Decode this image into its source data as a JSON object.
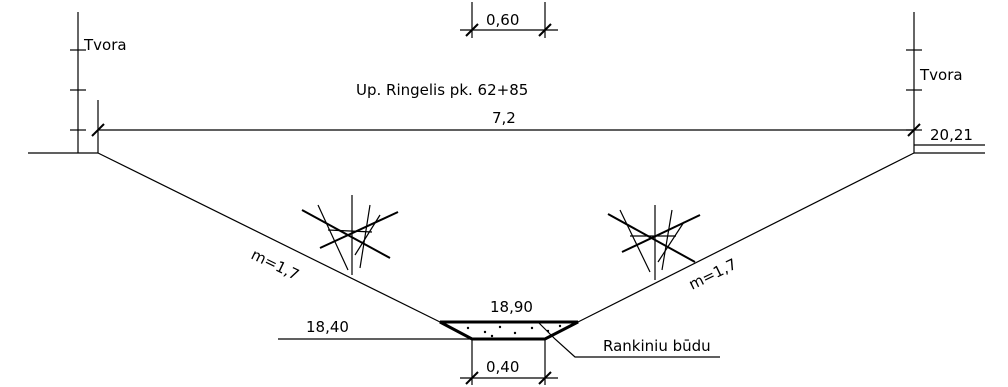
{
  "title": "Up. Ringelis pk. 62+85",
  "labels": {
    "fence_left": "Tvora",
    "fence_right": "Tvora",
    "top_width": "7,2",
    "top_level": "20,21",
    "bottom_width_top": "0,60",
    "bottom_width_bottom": "0,40",
    "bottom_level": "18,90",
    "left_level": "18,40",
    "slope_left": "m=1,7",
    "slope_right": "m=1,7",
    "method": "Rankiniu būdu"
  }
}
